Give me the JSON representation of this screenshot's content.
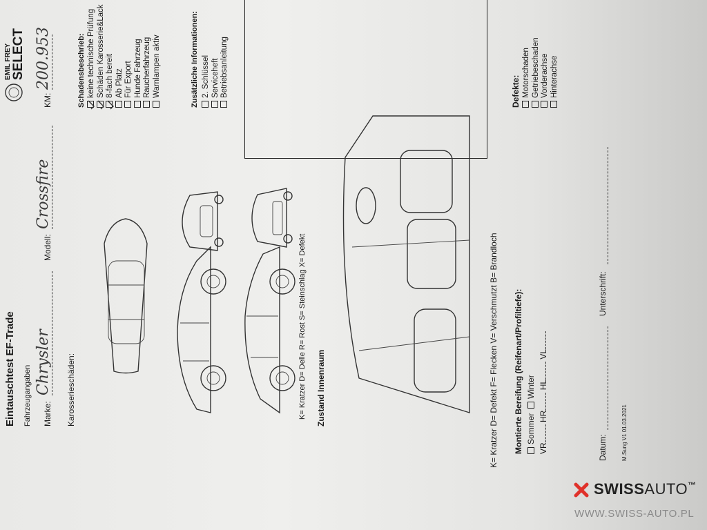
{
  "form": {
    "title": "Eintauschtest EF-Trade",
    "section_vehicle": "Fahrzeugangaben",
    "marke_label": "Marke:",
    "marke_value": "Chrysler",
    "modell_label": "Modell:",
    "modell_value": "Crossfire",
    "km_label": "KM:",
    "km_value": "200.953",
    "karosserie_label": "Karosserieschäden:",
    "logo_text_top": "EMIL FREY",
    "logo_text_bottom": "SELECT",
    "damage_header": "Schadensbeschrieb:",
    "damage_items": [
      "keine technische Prüfung",
      "Schäden Karosserie&Lack",
      "8-fach bereit",
      "Ab Platz",
      "Für Export",
      "Hunde Fahrzeug",
      "Raucherfahrzeug",
      "Warnlampen aktiv"
    ],
    "info_header": "Zusätzliche Informationen:",
    "info_items": [
      "2. Schlüssel",
      "Serviceheft",
      "Betriebsanleitung"
    ],
    "legend_line": "K= Kratzer D= Delle R= Rost S= Steinschlag X= Defekt",
    "interior_header": "Zustand Innenraum",
    "interior_legend": "K= Kratzer D= Defekt F= Flecken V= Verschmutzt B= Brandloch",
    "defects_header": "Defekte:",
    "defect_items": [
      "Motorschaden",
      "Getriebeschaden",
      "Vorderachse",
      "Hinterachse"
    ],
    "tires_header": "Montierte Bereifung (Reifenart/Profiltiefe):",
    "tire_sommer": "Sommer",
    "tire_winter": "Winter",
    "tire_vr": "VR",
    "tire_hr": "HR",
    "tire_hl": "HL",
    "tire_vl": "VL",
    "datum_label": "Datum:",
    "unterschrift_label": "Unterschrift:",
    "footer_version": "M.Sung V1 01.03.2021"
  },
  "watermark": {
    "brand_bold": "SWISS",
    "brand_light": "AUTO",
    "tm": "™",
    "url": "WWW.SWISS-AUTO.PL",
    "accent_color": "#e0312a"
  }
}
